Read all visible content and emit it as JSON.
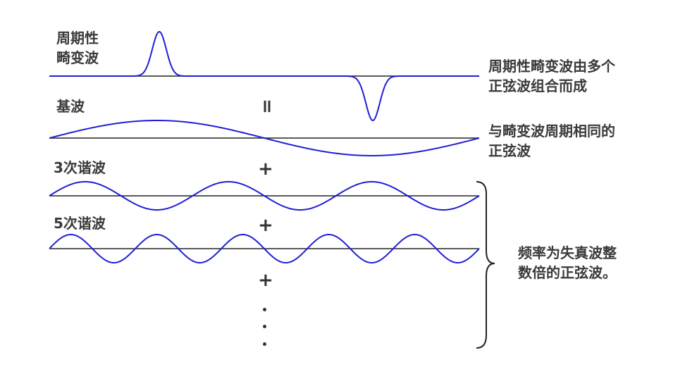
{
  "labels": {
    "distorted_wave": [
      "周期性",
      "畸变波"
    ],
    "fundamental": "基波",
    "harmonic3": "3次谐波",
    "harmonic5": "5次谐波"
  },
  "annotations": {
    "composition": [
      "周期性畸变波由多个",
      "正弦波组合而成"
    ],
    "fundamental_desc": [
      "与畸变波周期相同的",
      "正弦波"
    ],
    "harmonics_desc": [
      "频率为失真波整",
      "数倍的正弦波。"
    ]
  },
  "operators": {
    "equals": "=",
    "plus": "+"
  },
  "colors": {
    "wave": "#1f1fd6",
    "axis": "#222222",
    "text": "#3a3a3a"
  }
}
